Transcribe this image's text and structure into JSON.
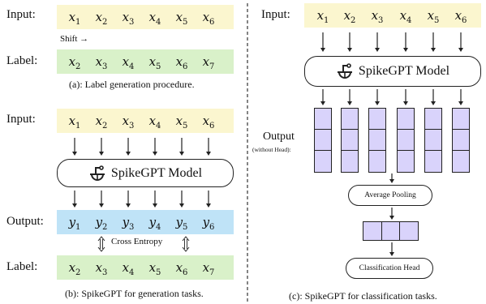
{
  "tokens": {
    "x": [
      "x1",
      "x2",
      "x3",
      "x4",
      "x5",
      "x6"
    ],
    "label": [
      "x2",
      "x3",
      "x4",
      "x5",
      "x6",
      "x7"
    ],
    "y": [
      "y1",
      "y2",
      "y3",
      "y4",
      "y5",
      "y6"
    ]
  },
  "panel_a": {
    "input_label": "Input:",
    "shift_text": "Shift →",
    "label_label": "Label:",
    "caption": "(a): Label generation procedure."
  },
  "panel_b": {
    "input_label": "Input:",
    "model_name": "SpikeGPT Model",
    "output_label": "Output:",
    "cross_entropy": "Cross Entropy",
    "label_label": "Label:",
    "caption": "(b): SpikeGPT for generation tasks."
  },
  "panel_c": {
    "input_label": "Input:",
    "model_name": "SpikeGPT Model",
    "output_label": "Output",
    "output_sublabel": "(without Head):",
    "pooling": "Average Pooling",
    "head": "Classification Head",
    "caption": "(c): SpikeGPT for classification tasks."
  },
  "colors": {
    "input_band": "#fbf6cf",
    "label_band": "#d9f1c9",
    "output_band": "#bfe3f7",
    "feature_cell": "#d9d3fb"
  },
  "icons": [
    "spikegpt-logo-icon",
    "double-arrow-icon",
    "down-arrow-icon"
  ]
}
